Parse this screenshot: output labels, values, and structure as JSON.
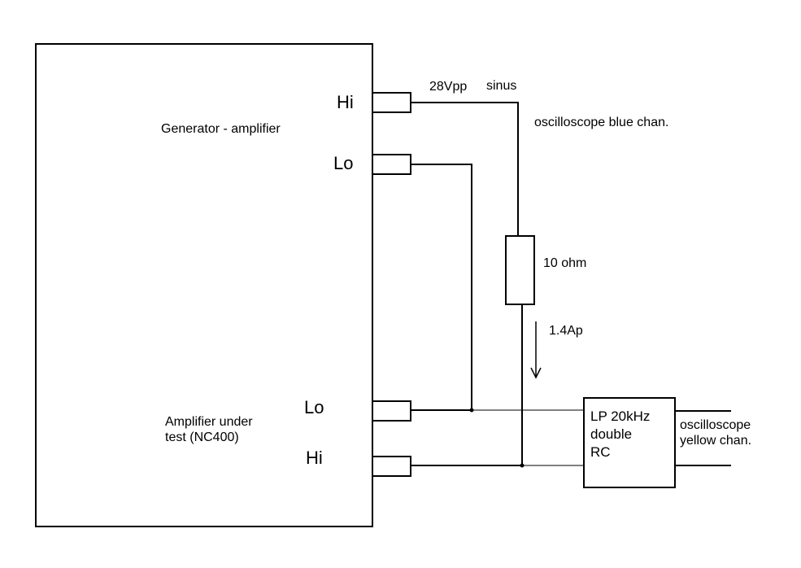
{
  "blocks": {
    "generator_label": "Generator - amplifier",
    "amplifier_label_line1": "Amplifier under",
    "amplifier_label_line2": "test (NC400)"
  },
  "terminals": {
    "gen_hi": "Hi",
    "gen_lo": "Lo",
    "amp_lo": "Lo",
    "amp_hi": "Hi"
  },
  "signal": {
    "voltage": "28Vpp",
    "waveform": "sinus",
    "probe_label": "oscilloscope blue chan."
  },
  "resistor": {
    "value": "10 ohm"
  },
  "current": {
    "value": "1.4Ap"
  },
  "filter": {
    "line1": "LP 20kHz",
    "line2": "double",
    "line3": "RC"
  },
  "output_probe": {
    "line1": "oscilloscope",
    "line2": "yellow chan."
  }
}
